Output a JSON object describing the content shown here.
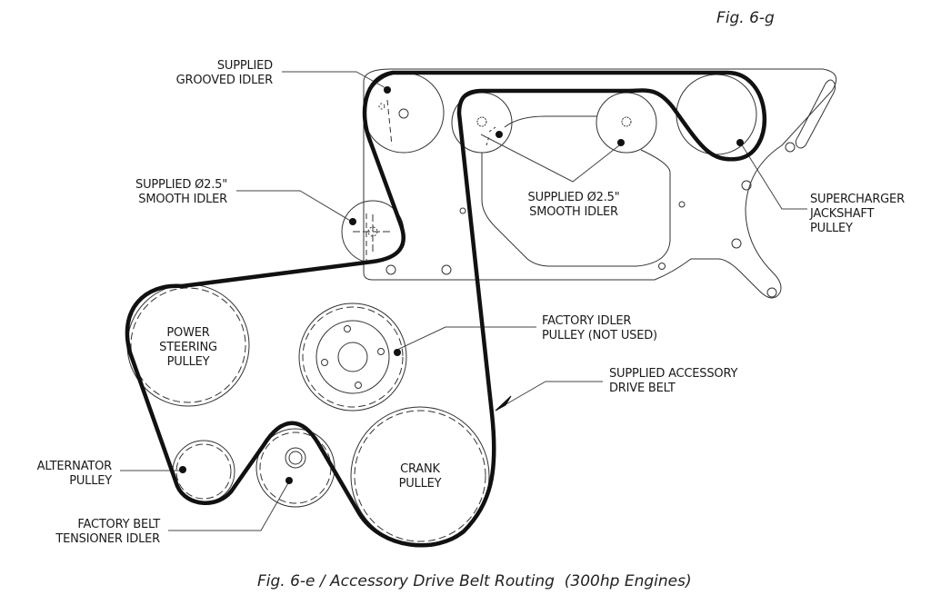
{
  "figure_top_label": "Fig. 6-g",
  "caption": "Fig. 6-e / Accessory Drive Belt Routing  (300hp Engines)",
  "callouts": {
    "grooved_idler": "SUPPLIED\nGROOVED IDLER",
    "smooth_idler_left": "SUPPLIED Ø2.5\"\nSMOOTH IDLER",
    "smooth_idler_top": "SUPPLIED Ø2.5\"\nSMOOTH IDLER",
    "supercharger": "SUPERCHARGER\nJACKSHAFT\nPULLEY",
    "factory_idler": "FACTORY IDLER\nPULLEY (NOT USED)",
    "drive_belt": "SUPPLIED ACCESSORY\nDRIVE BELT",
    "alternator": "ALTERNATOR\nPULLEY",
    "tensioner": "FACTORY BELT\nTENSIONER IDLER"
  },
  "pulley_labels": {
    "power_steering": "POWER\nSTEERING\nPULLEY",
    "crank": "CRANK\nPULLEY"
  }
}
